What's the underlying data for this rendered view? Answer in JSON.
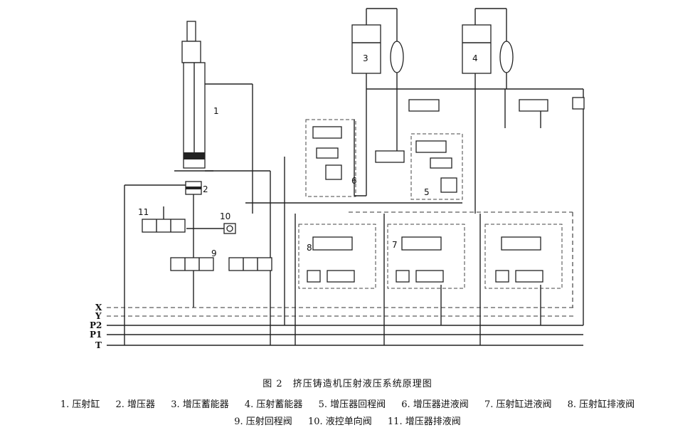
{
  "diagram": {
    "component_numbers": [
      "1",
      "2",
      "3",
      "4",
      "5",
      "6",
      "7",
      "8",
      "9",
      "10",
      "11"
    ],
    "ports": [
      "X",
      "Y",
      "P2",
      "P1",
      "T"
    ]
  },
  "caption": "图 2　挤压铸造机压射液压系统原理图",
  "legend": [
    "1. 压射缸",
    "2. 增压器",
    "3. 增压蓄能器",
    "4. 压射蓄能器",
    "5. 增压器回程阀",
    "6. 增压器进液阀",
    "7. 压射缸进液阀",
    "8. 压射缸排液阀",
    "9. 压射回程阀",
    "10. 液控单向阀",
    "11. 增压器排液阀"
  ]
}
